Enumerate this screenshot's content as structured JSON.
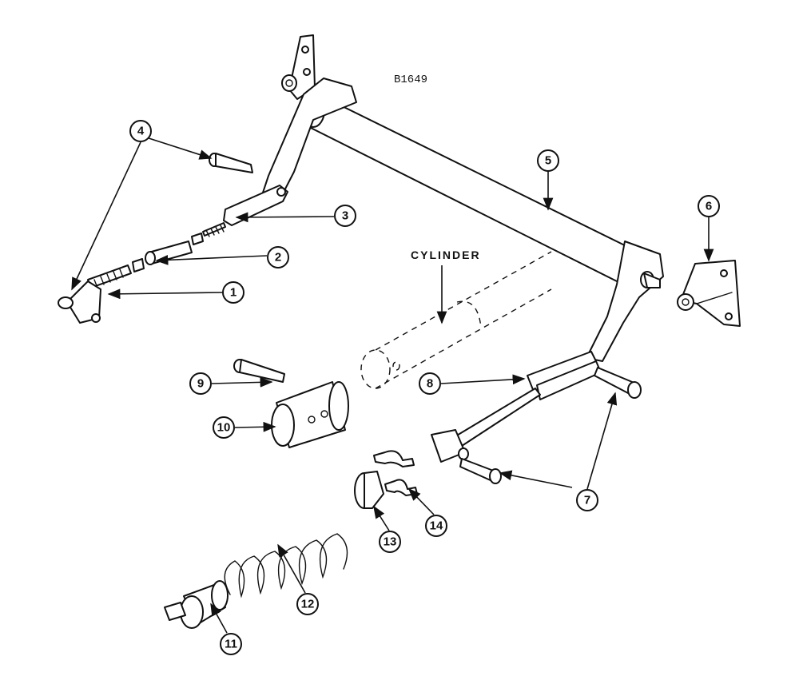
{
  "drawing_number": "B1649",
  "cylinder_label": "CYLINDER",
  "callouts": [
    "1",
    "2",
    "3",
    "4",
    "5",
    "6",
    "7",
    "8",
    "9",
    "10",
    "11",
    "12",
    "13",
    "14"
  ]
}
